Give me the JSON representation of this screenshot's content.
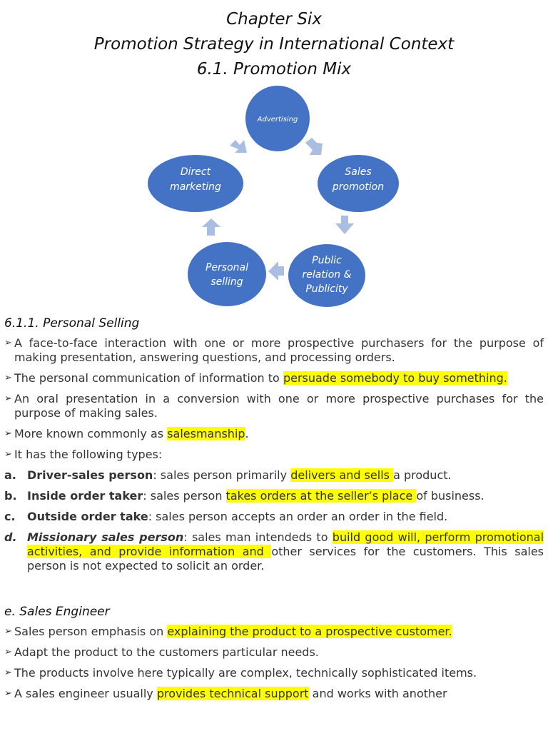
{
  "header": {
    "line1": "Chapter Six",
    "line2": "Promotion Strategy in International Context",
    "line3": "6.1. Promotion Mix"
  },
  "diagram": {
    "nodes": [
      "Advertising",
      "Sales promotion",
      "Public relation & Publicity",
      "Personal selling",
      "Direct marketing"
    ],
    "node_color": "#4472C4",
    "arrow_color": "#A9BEE0"
  },
  "s611": {
    "heading": "6.1.1. Personal Selling",
    "b1": "A face-to-face interaction with one or more prospective purchasers for the purpose of making presentation, answering questions, and processing orders.",
    "b2_pre": "The personal communication of information to ",
    "b2_hl": "persuade somebody to buy something.",
    "b3": "An oral presentation in a conversion with one or more prospective purchases for the purpose of making sales.",
    "b4_pre": "More known commonly as ",
    "b4_hl": "salesmanship",
    "b4_post": ".",
    "b5": "It has the following types:"
  },
  "types": {
    "a_letter": "a.",
    "a_term": "Driver-sales person",
    "a_pre": ": sales person primarily ",
    "a_hl": "delivers and sells ",
    "a_post": "a product.",
    "b_letter": "b.",
    "b_term": "Inside order taker",
    "b_pre": ": sales person ",
    "b_hl": "takes orders at the seller’s place ",
    "b_post": "of business.",
    "c_letter": "c.",
    "c_term": "Outside order take",
    "c_post": ": sales person accepts an order an order in the field.",
    "d_letter": "d.",
    "d_term": "Missionary sales person",
    "d_pre": ": sales man intendeds to ",
    "d_hl": "build good will, perform promotional activities, and provide information and ",
    "d_post": "other services for the customers. This sales person is not expected to solicit an order."
  },
  "sales_engineer": {
    "heading": "e. Sales Engineer",
    "b1_pre": "Sales person emphasis on ",
    "b1_hl": "explaining the product to a prospective customer.",
    "b2": "Adapt the product to the customers particular needs.",
    "b3": "The products involve here typically are complex, technically sophisticated items.",
    "b4_pre": "A sales engineer usually ",
    "b4_hl": "provides technical support",
    "b4_post": " and works with another"
  },
  "bullet_glyph": "➢"
}
